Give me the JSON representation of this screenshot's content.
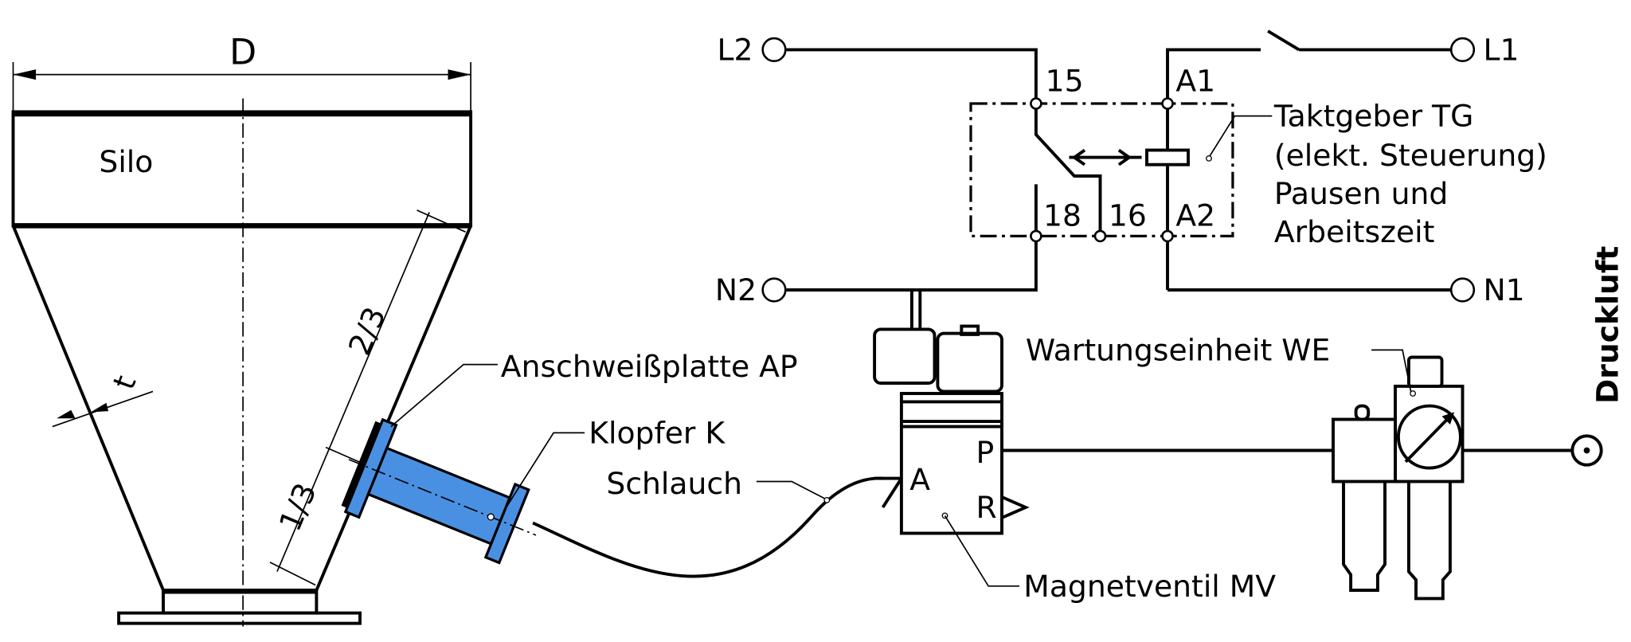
{
  "silo": {
    "dimension_diameter": "D",
    "label": "Silo",
    "wall_thickness": "t",
    "dim_upper": "2/3",
    "dim_lower": "1/3"
  },
  "labels": {
    "weld_plate": "Anschweißplatte AP",
    "knocker": "Klopfer K",
    "hose": "Schlauch",
    "solenoid_valve": "Magnetventil MV",
    "maintenance_unit": "Wartungseinheit WE",
    "compressed_air": "Druckluft"
  },
  "valve_ports": {
    "p": "P",
    "a": "A",
    "r": "R"
  },
  "circuit": {
    "l2": "L2",
    "l1": "L1",
    "n2": "N2",
    "n1": "N1",
    "t15": "15",
    "t18": "18",
    "t16": "16",
    "a1": "A1",
    "a2": "A2",
    "timer_lines": [
      "Taktgeber TG",
      "(elekt. Steuerung)",
      "Pausen und",
      "Arbeitszeit"
    ]
  },
  "colors": {
    "knocker": "#4a90e2"
  }
}
